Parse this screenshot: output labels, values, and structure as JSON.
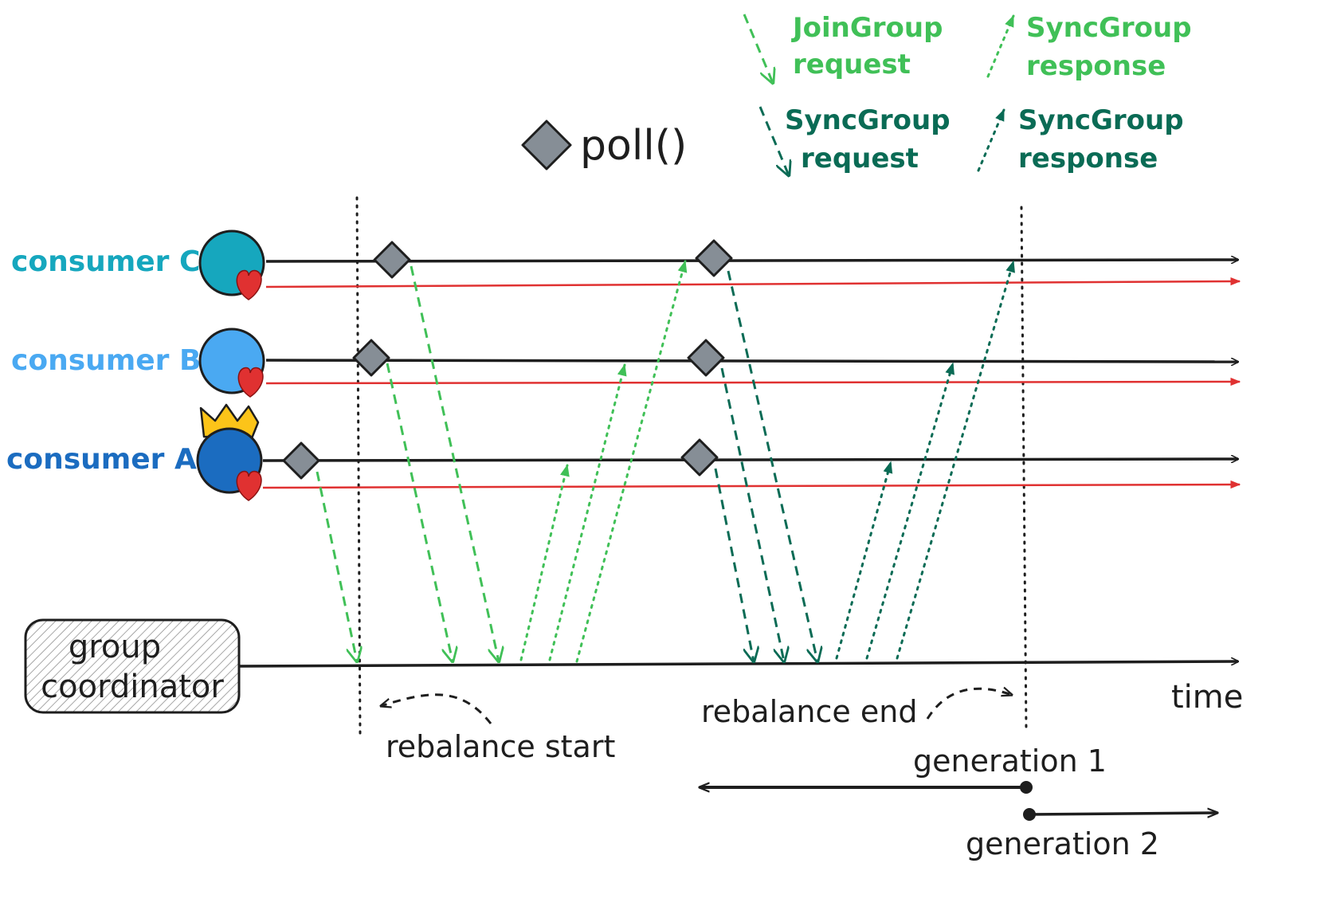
{
  "legend": {
    "poll": "poll()",
    "join_request": [
      "JoinGroup",
      "request"
    ],
    "sync_response_light": [
      "SyncGroup",
      "response"
    ],
    "sync_request": [
      "SyncGroup",
      "request"
    ],
    "sync_response_dark": [
      "SyncGroup",
      "response"
    ]
  },
  "consumers": {
    "c": "consumer C",
    "b": "consumer B",
    "a": "consumer A"
  },
  "coordinator": [
    "group",
    "coordinator"
  ],
  "labels": {
    "time": "time",
    "rebalance_start": "rebalance start",
    "rebalance_end": "rebalance end",
    "generation_1": "generation 1",
    "generation_2": "generation 2"
  },
  "colors": {
    "consumer_c": "#16a7be",
    "consumer_b": "#4aa9f2",
    "consumer_a": "#1b6cc0",
    "join_request": "#40c057",
    "sync_request": "#0a6b55",
    "heartbeat": "#e03131",
    "crown": "#fcc419",
    "poll_diamond": "#868e96",
    "ink": "#1e1e1e"
  },
  "icons": {
    "poll": "diamond-icon",
    "heartbeat": "heart-icon",
    "leader": "crown-icon"
  }
}
